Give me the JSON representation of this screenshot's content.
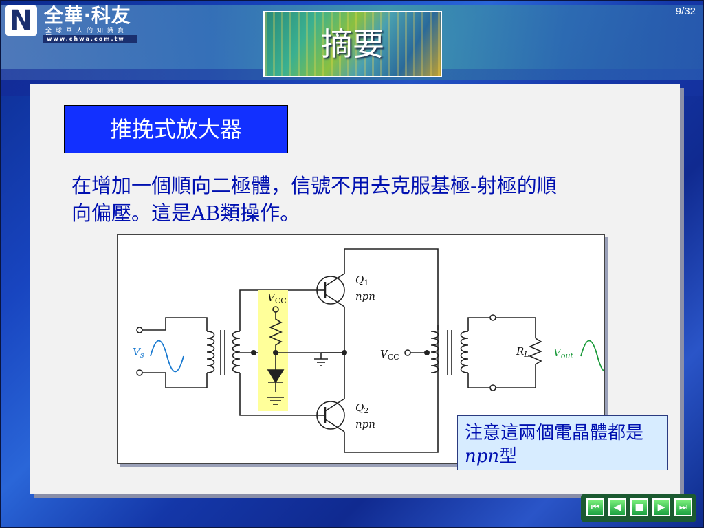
{
  "logo": {
    "brand": "全華‧科友",
    "sub": "全球華人的知識寶庫",
    "url": "www.chwa.com.tw"
  },
  "page_number": "9/32",
  "slide_title": "摘要",
  "section_heading": "推挽式放大器",
  "body_line1": "在增加一個順向二極體，信號不用去克服基極-射極的順",
  "body_line2": "向偏壓。這是AB類操作。",
  "note_line1": "注意這兩個電晶體都是",
  "note_npn": "npn",
  "note_suffix": "型",
  "circuit": {
    "vs": "V",
    "vs_sub": "s",
    "vcc_top": "V",
    "vcc_top_sub": "CC",
    "q1": "Q",
    "q1_sub": "1",
    "q1_type": "npn",
    "q2": "Q",
    "q2_sub": "2",
    "q2_type": "npn",
    "vcc_right": "V",
    "vcc_right_sub": "CC",
    "rl": "R",
    "rl_sub": "L",
    "vout": "V",
    "vout_sub": "out"
  },
  "nav": {
    "first": "first-slide",
    "prev": "previous-slide",
    "stop": "end-show",
    "next": "next-slide",
    "last": "last-slide"
  },
  "colors": {
    "heading_bg": "#1230ff",
    "body_text": "#0010b0",
    "note_bg": "#d7ecff",
    "highlight": "#ffff9a"
  }
}
